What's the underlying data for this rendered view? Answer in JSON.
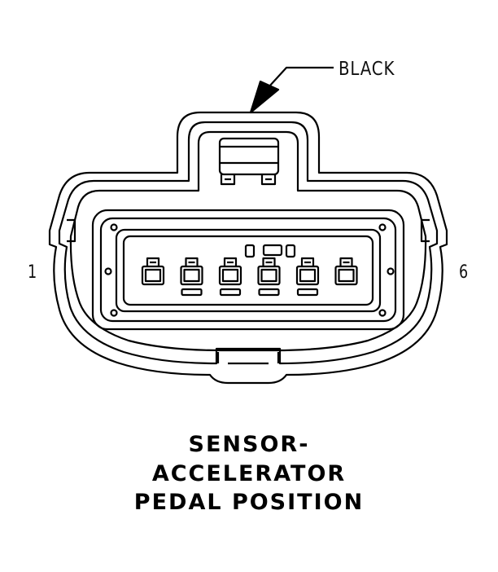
{
  "callout": {
    "color_label": "BLACK"
  },
  "pins": {
    "first": "1",
    "last": "6"
  },
  "caption": {
    "line1": "SENSOR-",
    "line2": "ACCELERATOR",
    "line3": "PEDAL POSITION"
  },
  "connector": {
    "terminal_count": 6,
    "stroke_color": "#000000"
  }
}
